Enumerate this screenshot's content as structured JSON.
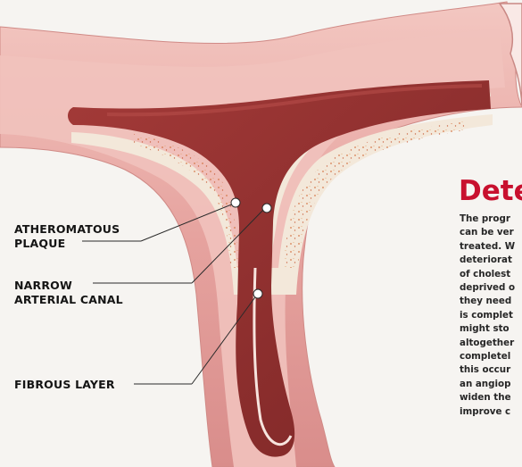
{
  "labels": {
    "plaque": [
      "ATHEROMATOUS",
      "PLAQUE"
    ],
    "canal": [
      "NARROW",
      "ARTERIAL CANAL"
    ],
    "fibrous": [
      "FIBROUS LAYER"
    ]
  },
  "article": {
    "heading": "Dete",
    "lines": [
      "The progr",
      "can be ver",
      "treated. W",
      "deteriorat",
      "of cholest",
      "deprived o",
      "they need",
      "is complet",
      "might sto",
      "altogether",
      "completel",
      "this occur",
      "an angiop",
      "widen the",
      "improve c"
    ]
  },
  "colors": {
    "outer_wall": "#e7a9a5",
    "wall_highlight": "#f4c9c4",
    "lumen": "#8e2f2e",
    "plaque": "#f2e6d6",
    "heading": "#c8102e"
  }
}
